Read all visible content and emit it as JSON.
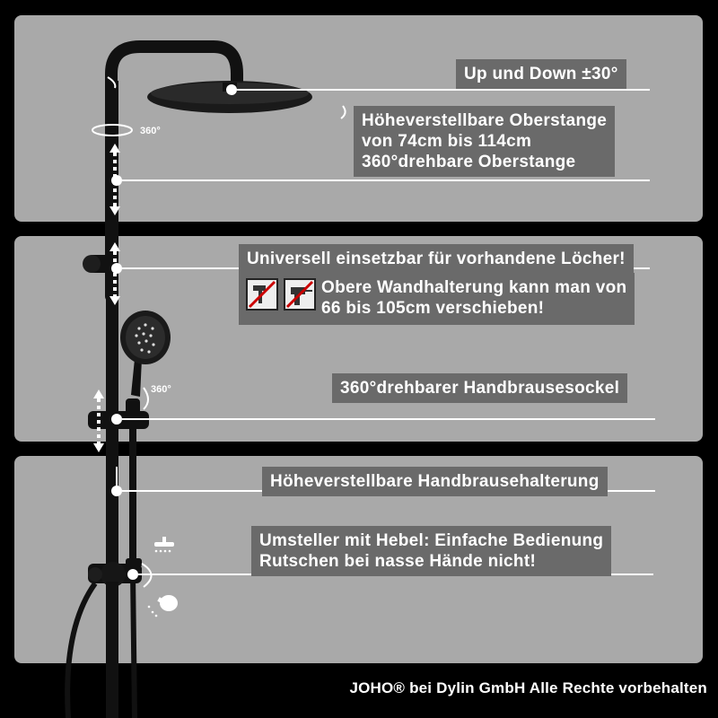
{
  "labels": {
    "up_down": "Up und Down ±30°",
    "oberstange": [
      "Höheverstellbare Oberstange",
      "von 74cm bis 114cm",
      "360°drehbare Oberstange"
    ],
    "universell": "Universell einsetzbar für vorhandene Löcher!",
    "wandhalterung": [
      "Obere Wandhalterung kann man von",
      "66 bis 105cm verschieben!"
    ],
    "sockel": "360°drehbarer Handbrausesockel",
    "halterung": "Höheverstellbare Handbrausehalterung",
    "umsteller": [
      "Umsteller mit Hebel: Einfache Bedienung",
      "Rutschen bei nasse Hände nicht!"
    ]
  },
  "rotation_marks": [
    "360°",
    "360°"
  ],
  "footer": "JOHO® bei Dylin GmbH Alle Rechte vorbehalten",
  "colors": {
    "panel": "#a9a9a9",
    "label_bg": "#6a6a6a",
    "background": "#000000",
    "text": "#ffffff"
  },
  "icons": [
    "hammer-icon",
    "drill-icon",
    "overhead-shower-icon",
    "hand-shower-icon",
    "rotate-arrow-icon",
    "vertical-arrow-icon"
  ]
}
